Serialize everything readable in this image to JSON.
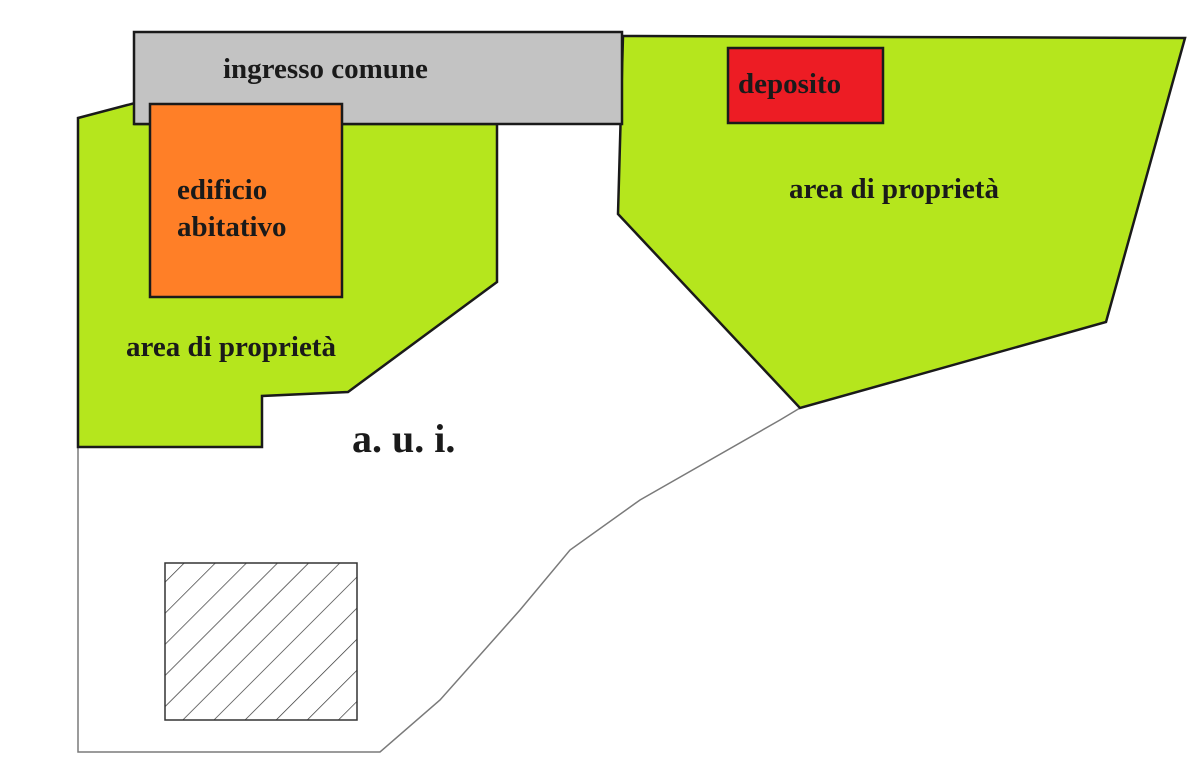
{
  "labels": {
    "common_entrance": "ingresso comune",
    "building_line1": "edificio",
    "building_line2": "abitativo",
    "storage": "deposito",
    "property_right": "area di proprietà",
    "property_left": "area di proprietà",
    "aui": "a. u. i."
  },
  "colors": {
    "property_area": "#b5e61d",
    "common_entrance": "#c3c3c3",
    "residential_building": "#ff7f27",
    "storage": "#ed1c24",
    "outline": "#1a1a1a",
    "aui_outline": "#7a7a7a"
  }
}
